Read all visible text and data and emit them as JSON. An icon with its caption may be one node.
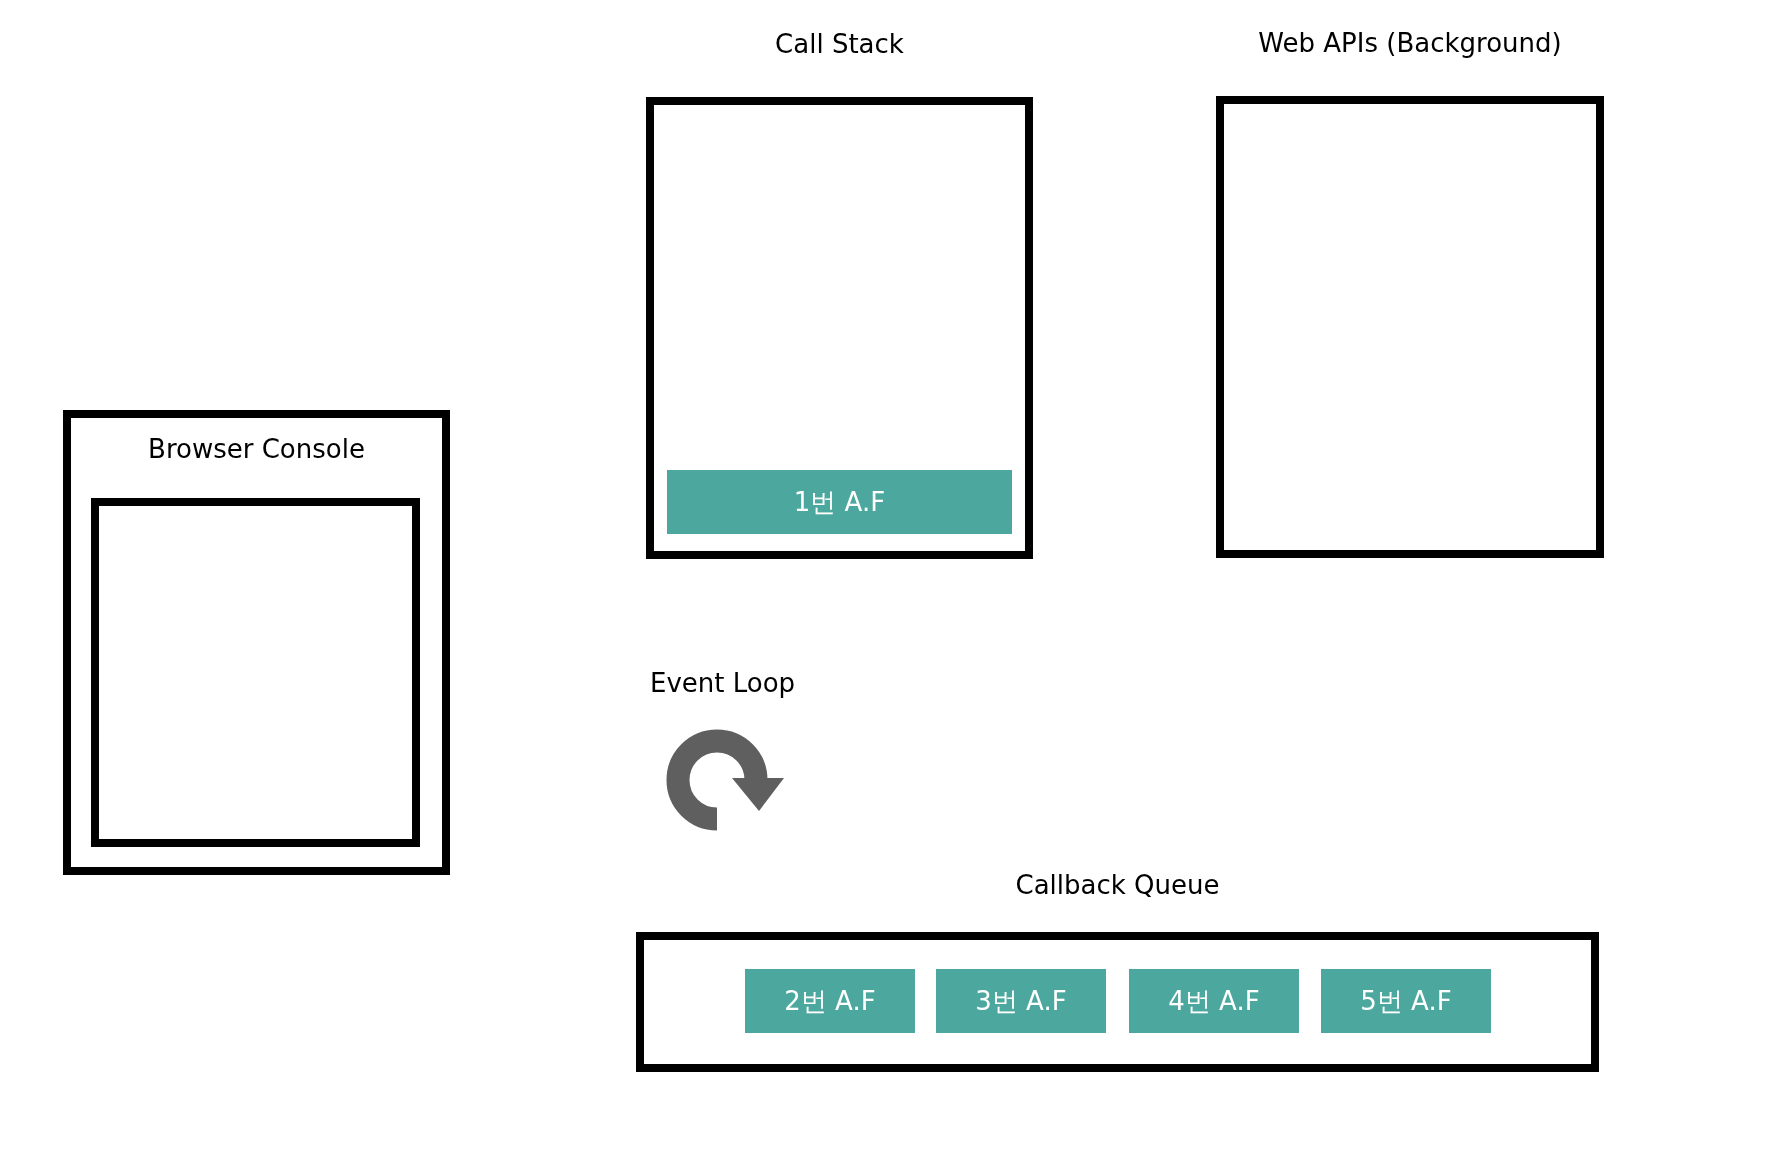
{
  "diagram": {
    "nodes": [
      {
        "text": [
          "Browser Console"
        ]
      },
      {
        "text": [],
        "shape": "box",
        "in": 0
      },
      {
        "text": [
          "Call Stack"
        ]
      },
      {
        "text": [
          "1번 A.F"
        ],
        "in": 2
      },
      {
        "text": [
          "Web APIs (Background)"
        ]
      },
      {
        "text": [
          "Callback Queue"
        ]
      },
      {
        "text": [
          "2번 A.F"
        ],
        "in": 5
      },
      {
        "text": [
          "3번 A.F"
        ],
        "in": 5
      },
      {
        "text": [
          "4번 A.F"
        ],
        "in": 5
      },
      {
        "text": [
          "5번 A.F"
        ],
        "in": 5
      }
    ],
    "edges": [],
    "labels": [
      "Event Loop"
    ]
  }
}
